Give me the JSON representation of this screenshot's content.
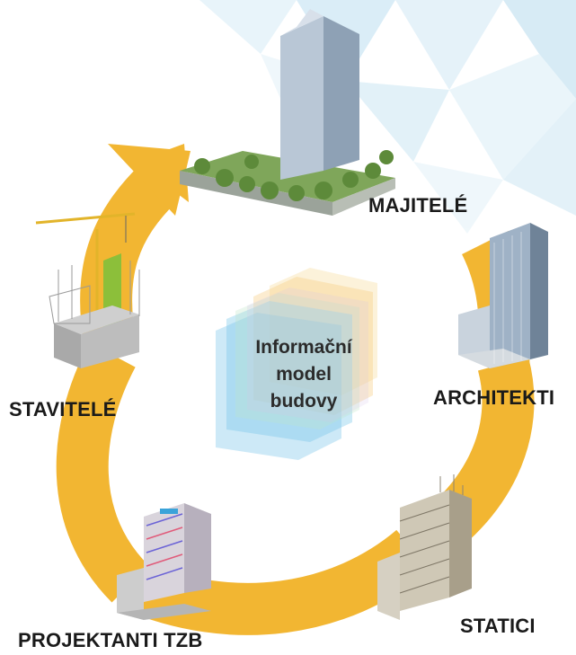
{
  "center": {
    "line1": "Informační",
    "line2": "model",
    "line3": "budovy"
  },
  "stakeholders": {
    "owners": "MAJITELÉ",
    "architects": "ARCHITEKTI",
    "structural": "STATICI",
    "mep": "PROJEKTANTI TZB",
    "builders": "STAVITELÉ"
  },
  "colors": {
    "cycle_arrow": "#f2b632",
    "background_triangles": "#dceef7"
  }
}
